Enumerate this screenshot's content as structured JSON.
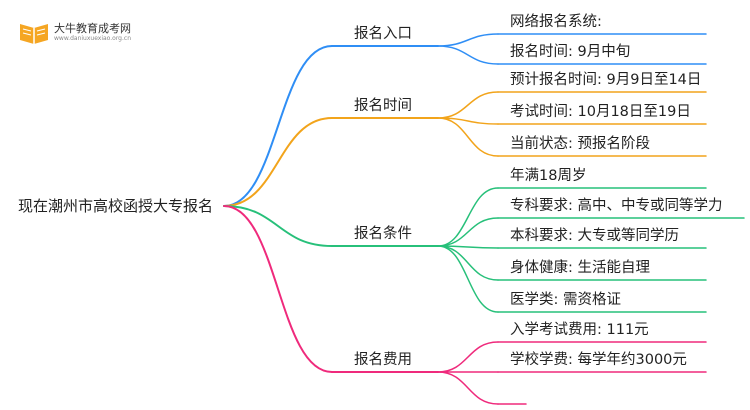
{
  "logo": {
    "title": "大牛教育成考网",
    "url": "www.daniuxuexiao.org.cn"
  },
  "root": {
    "label": "现在潮州市高校函授大专报名"
  },
  "branches": [
    {
      "label": "报名入口",
      "color": "#2f8ef5",
      "children": [
        "网络报名系统:",
        "报名时间: 9月中旬"
      ]
    },
    {
      "label": "报名时间",
      "color": "#f2a41b",
      "children": [
        "预计报名时间: 9月9日至14日",
        "考试时间: 10月18日至19日",
        "当前状态: 预报名阶段"
      ]
    },
    {
      "label": "报名条件",
      "color": "#27c07a",
      "children": [
        "年满18周岁",
        "专科要求: 高中、中专或同等学力",
        "本科要求: 大专或等同学历",
        "身体健康: 生活能自理",
        "医学类: 需资格证"
      ]
    },
    {
      "label": "报名费用",
      "color": "#ef2a7c",
      "children": [
        "入学考试费用: 111元",
        "学校学费: 每学年约3000元",
        ""
      ]
    }
  ]
}
